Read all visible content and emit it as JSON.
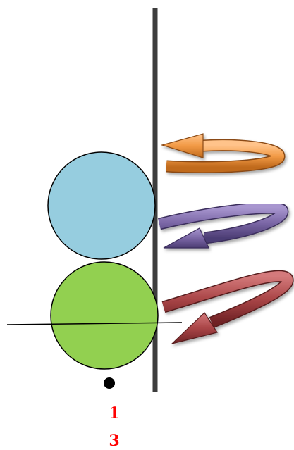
{
  "colors": {
    "background": "#ffffff",
    "wall": "#3d3d3d",
    "ball_top_fill": "#96cddf",
    "ball_bottom_fill": "#92d050",
    "outline": "#000000",
    "dot": "#000000",
    "label_text": "#ff0000",
    "arrow_orange": "#f29a46",
    "arrow_purple": "#7b67a6",
    "arrow_red": "#a94547"
  },
  "arrows": [
    {
      "id": "orange",
      "color_key": "arrow_orange",
      "direction": "left"
    },
    {
      "id": "purple",
      "color_key": "arrow_purple",
      "direction": "left"
    },
    {
      "id": "red",
      "color_key": "arrow_red",
      "direction": "left"
    }
  ],
  "labels": {
    "first": "1",
    "second": "3"
  }
}
